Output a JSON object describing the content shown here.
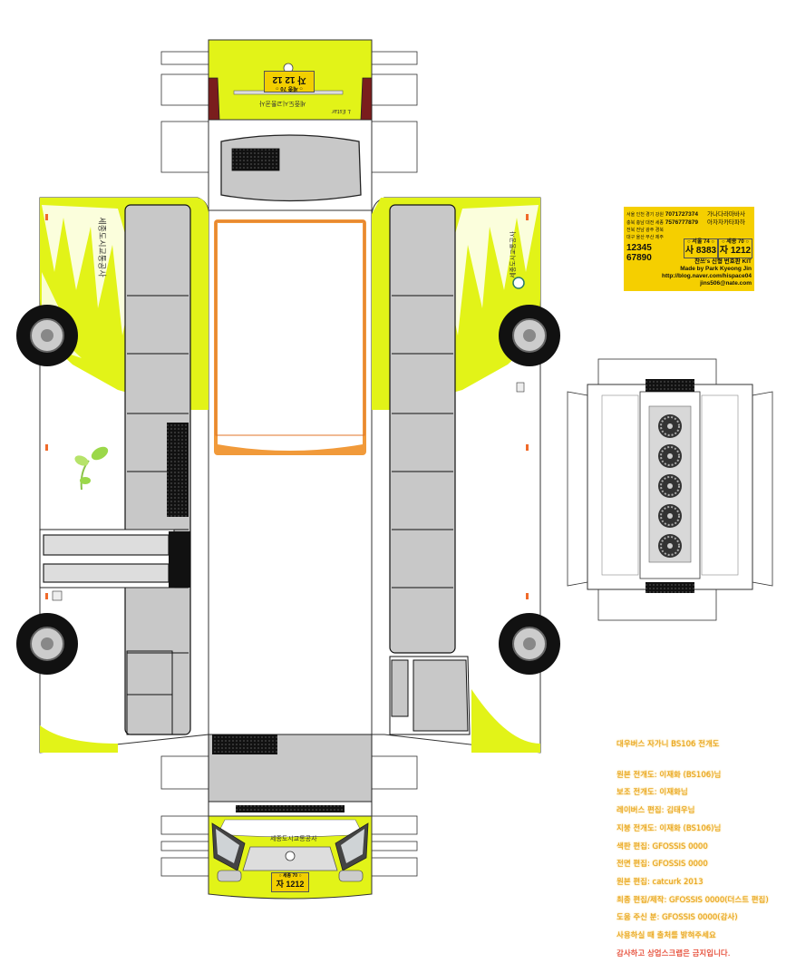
{
  "plates": {
    "rear_top": "○ 세종 70 ○",
    "rear_main": "자 12 12",
    "front_top": "○ 세종 70 ○",
    "front_main": "자 1212"
  },
  "bus": {
    "company": "세종도시교통공사",
    "rear_model": "L Estar",
    "side_brand": "세종도시교통공사"
  },
  "kit": {
    "line1_region": "서울 인천 경기 강원",
    "line1_num": "7071727374",
    "line1_chars": "가나다라마바사",
    "line2_region": "충북 충남 대전 세종",
    "line2_num": "7576777879",
    "line2_chars": "아자차카타파하",
    "line3_region": "전북 전남 광주 경북",
    "line4_region": "대구 울산 부산 제주",
    "digits1": "12345",
    "digits2": "67890",
    "plate1_top": "○ 서울 74 ○",
    "plate1_bot": "사 8383",
    "plate2_top": "○ 세종 70 ○",
    "plate2_bot": "자 1212",
    "title": "찬쓰's 신형 번호판 KIT",
    "author": "Made by Park Kyeong Jin",
    "blog": "http://blog.naver.com/hispace04",
    "email": "jins506@nate.com"
  },
  "credits": [
    "대우버스 자가니 BS106 전개도",
    "원본 전개도: 이재화 (BS106)님",
    "보조 전개도: 이재화님",
    "레이버스 편집: 김태우님",
    "지붕 전개도: 이재화 (BS106)님",
    "색판 편집: GFOSSIS 0000",
    "전면 편집: GFOSSIS 0000",
    "원본 편집: catcurk 2013",
    "최종 편집/제작: GFOSSIS 0000(더스트 편집)",
    "도움 주신 분: GFOSSIS 0000(감사)",
    "사용하실 때 출처를 밝혀주세요",
    "감사하고 상업스크랩은 금지입니다."
  ],
  "colors": {
    "lime": "#e2f318",
    "lime_dark": "#c8dc00",
    "window_gray": "#c8c8c8",
    "outline": "#222222",
    "plate_yellow": "#f2cf00",
    "credit_orange": "#e8a21a",
    "credit_red": "#e23c2a",
    "roof_orange": "#f19a3a"
  },
  "icons": [
    "wheel-icon",
    "fan-icon",
    "leaf-icon",
    "emblem-icon",
    "headlight-icon"
  ]
}
